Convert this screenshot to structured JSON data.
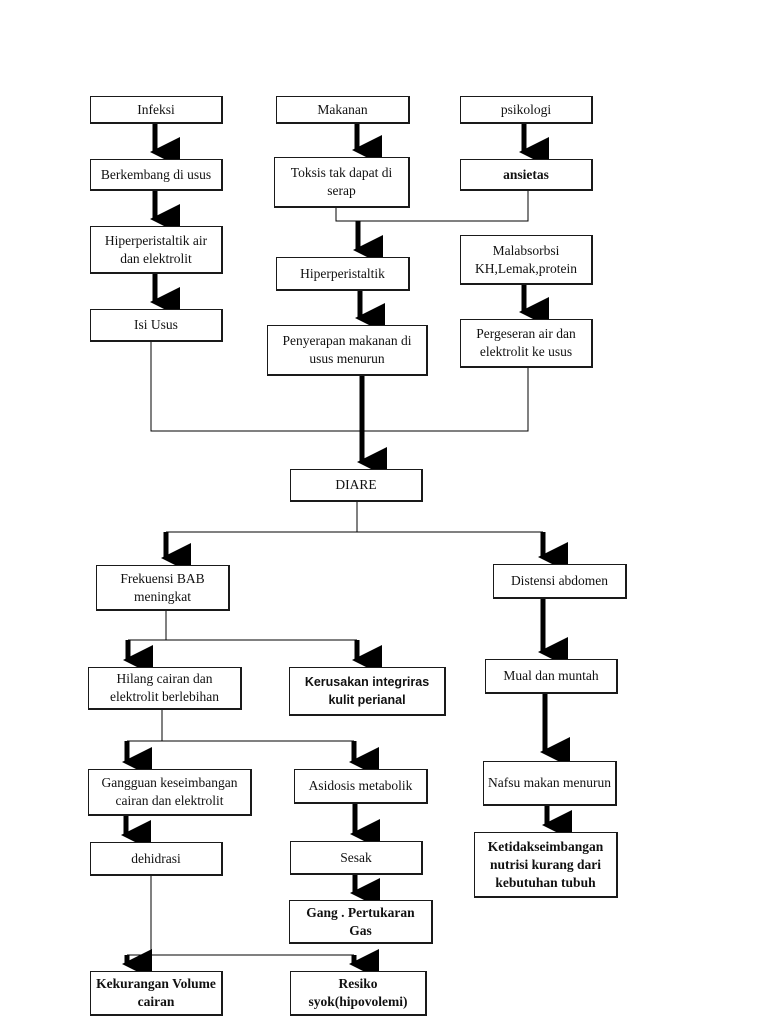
{
  "nodes": {
    "infeksi": "Infeksi",
    "makanan": "Makanan",
    "psikologi": "psikologi",
    "berkembang": "Berkembang di usus",
    "toksis": "Toksis tak dapat di serap",
    "ansietas": "ansietas",
    "hiperperistaltik_air": "Hiperperistaltik air dan elektrolit",
    "hiperperistaltik": "Hiperperistaltik",
    "malabsorbsi": "Malabsorbsi KH,Lemak,protein",
    "isi_usus": "Isi Usus",
    "penyerapan": "Penyerapan makanan di usus menurun",
    "pergeseran": "Pergeseran air dan elektrolit ke usus",
    "diare": "DIARE",
    "frekuensi": "Frekuensi BAB meningkat",
    "distensi": "Distensi abdomen",
    "hilang_cairan": "Hilang cairan dan elektrolit berlebihan",
    "kerusakan": "Kerusakan integriras kulit perianal",
    "mual": "Mual dan muntah",
    "gangguan": "Gangguan keseimbangan cairan dan elektrolit",
    "asidosis": "Asidosis metabolik",
    "nafsu": "Nafsu makan menurun",
    "dehidrasi": "dehidrasi",
    "sesak": "Sesak",
    "ketidakseimbangan": "Ketidakseimbangan nutrisi kurang dari kebutuhan tubuh",
    "gang_pertukaran": "Gang . Pertukaran Gas",
    "kekurangan": "Kekurangan Volume cairan",
    "resiko": "Resiko syok(hipovolemi)"
  }
}
